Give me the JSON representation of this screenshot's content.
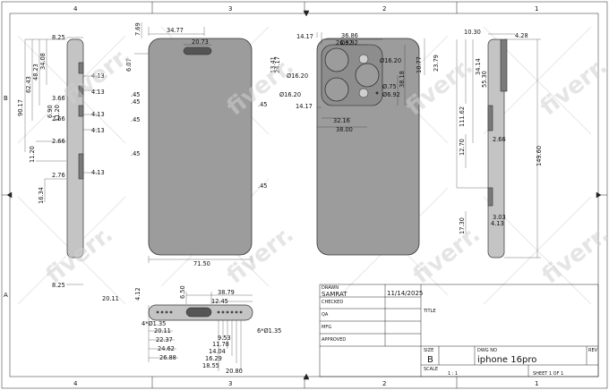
{
  "zones": {
    "top": [
      "4",
      "3",
      "2",
      "1"
    ],
    "bottom": [
      "4",
      "3",
      "2",
      "1"
    ],
    "left": [
      "B",
      "A"
    ]
  },
  "watermark": "fiverr.",
  "dims": {
    "side_left": {
      "width": "8.25",
      "d1": "90.17",
      "d2": "62.43",
      "d3": "48.23",
      "d4": "34.08",
      "d5": "4.13",
      "d6": "4.13",
      "d7": "6.90",
      "d8": "11.20",
      "d9": "2.66",
      "d10": "2.66",
      "d11": "4.13",
      "d12": "4.13",
      "d13": "3.66",
      "d14": "11.20",
      "d15": "2.66",
      "d16": "2.76",
      "d17": "4.13",
      "d18": "16.34",
      "bottom_w": "8.25"
    },
    "front": {
      "top_w": "34.77",
      "island_w": "20.73",
      "top_r": "7.69",
      "island_off": "6.07",
      "e1": ".45",
      "e2": ".45",
      "e3": ".45",
      "e4": ".45",
      "e5": ".45",
      "e6": ".45",
      "width": "71.50"
    },
    "back": {
      "off1": "14.17",
      "c1": "36.86",
      "c2": "26.92",
      "d_top": "Ø16.20",
      "d_left": "Ø16.20",
      "d_bl": "Ø16.20",
      "d_small": "Ø6.92",
      "d_flash": "Ø.75",
      "d_mic": "Ø6.92",
      "h1": "23.79",
      "h2": "10.77",
      "h3": "38.18",
      "h4": "13.41",
      "h5": "24.17",
      "off2": "14.17",
      "w1": "32.16",
      "w2": "38.00"
    },
    "side_right": {
      "t1": "10.30",
      "t2": "4.28",
      "h1": "34.14",
      "h2": "55.30",
      "h3": "111.62",
      "total": "149.60",
      "h4": "12.70",
      "w1": "2.66",
      "w2": "3.03",
      "w3": "4.13",
      "h5": "17.30"
    },
    "bottom_view": {
      "h": "20.11",
      "t": "4.12",
      "r": "6.50",
      "a": "38.79",
      "b": "12.45",
      "holes_l": "4*Ø1.35",
      "holes_r": "6*Ø1.35",
      "c1": "20.11",
      "c2": "22.37",
      "c3": "24.62",
      "c4": "26.88",
      "c5": "9.53",
      "c6": "11.78",
      "c7": "14.04",
      "c8": "16.29",
      "c9": "18.55",
      "c10": "20.80"
    }
  },
  "title_block": {
    "drawn_label": "DRAWN",
    "drawn_by": "SAMRAT",
    "date": "11/14/2025",
    "checked_label": "CHECKED",
    "qa_label": "QA",
    "mfg_label": "MFG",
    "approved_label": "APPROVED",
    "title_label": "TITLE",
    "size_label": "SIZE",
    "size_value": "B",
    "dwg_label": "DWG NO",
    "dwg_value": "iphone 16pro",
    "rev_label": "REV",
    "scale_label": "SCALE",
    "scale_value": "1 : 1",
    "sheet_value": "SHEET 1  OF 1"
  }
}
